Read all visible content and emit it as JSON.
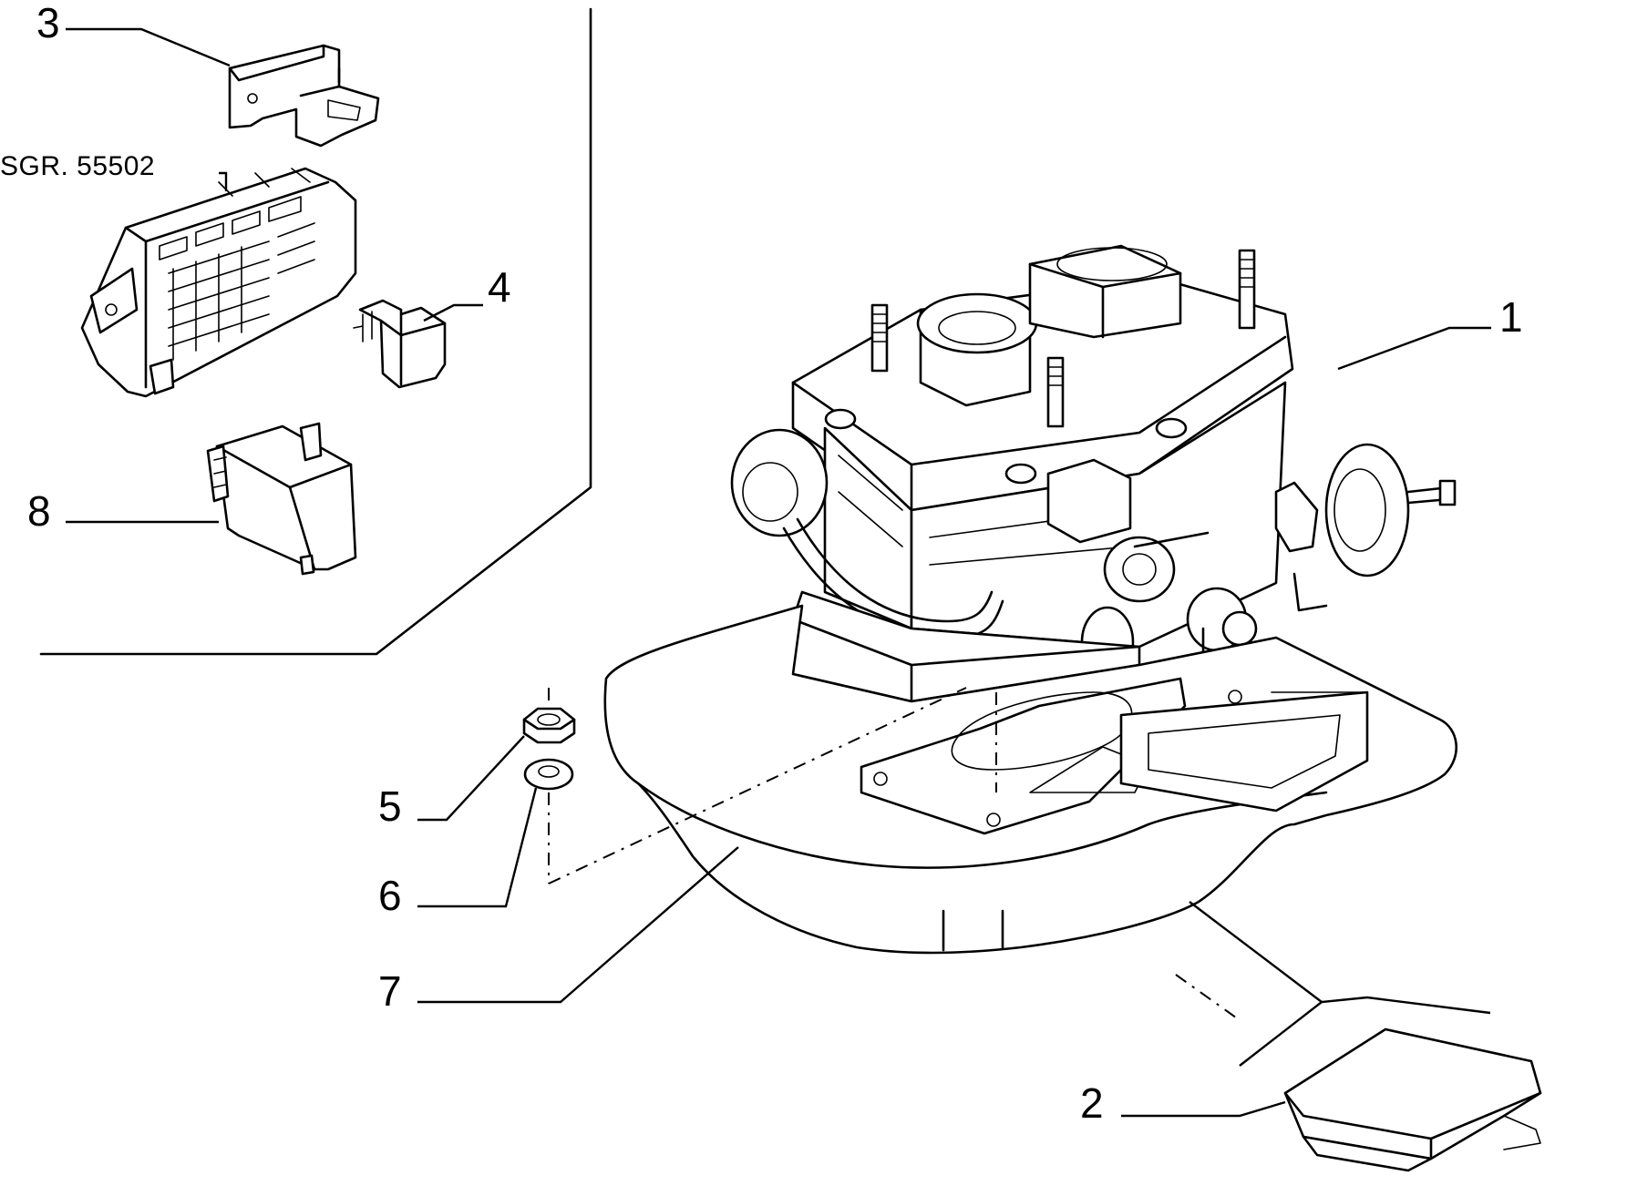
{
  "callouts": {
    "c1": "1",
    "c2": "2",
    "c3": "3",
    "c4": "4",
    "c5": "5",
    "c6": "6",
    "c7": "7",
    "c8": "8"
  },
  "subgroup_ref": "SGR. 55502",
  "colors": {
    "ink": "#000000",
    "paper": "#ffffff"
  }
}
